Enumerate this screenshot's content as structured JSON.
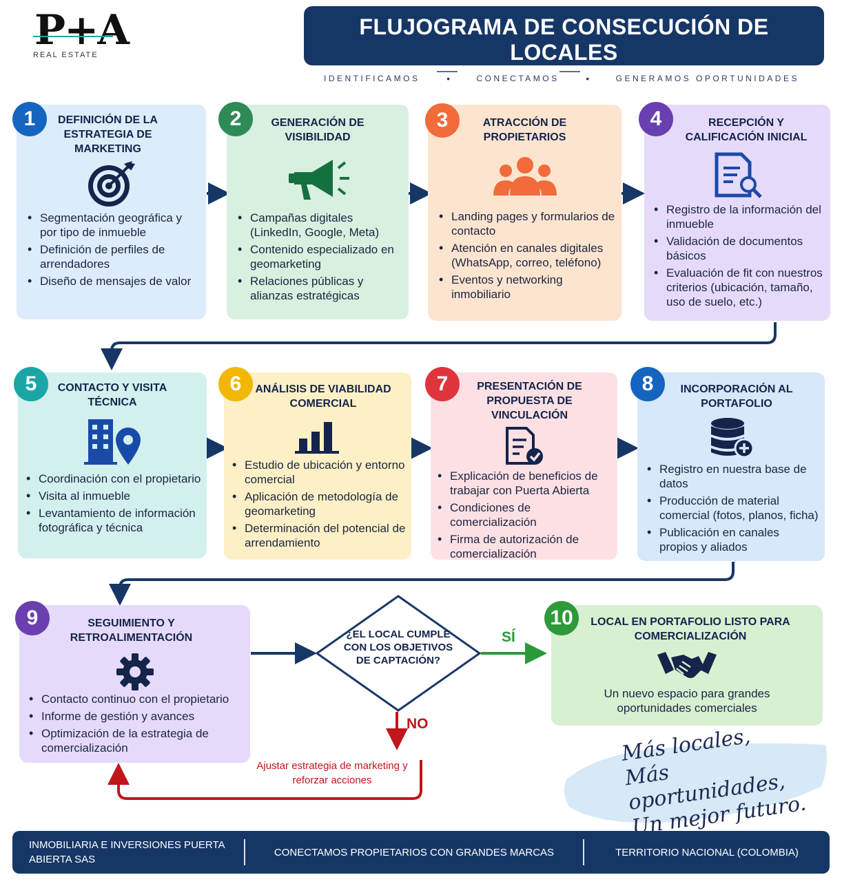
{
  "logo": {
    "mark": "P+A",
    "subtitle": "REAL ESTATE"
  },
  "header": {
    "title": "FLUJOGRAMA DE CONSECUCIÓN DE LOCALES",
    "subtitle_parts": [
      "ESTRATEGIA ",
      "DE",
      " MARKETING ",
      "PARA UN PORTAFOLIO",
      " COMERCIAL ",
      "DE",
      " ALTO VALOR"
    ]
  },
  "tagline": [
    "IDENTIFICAMOS",
    "CONECTAMOS",
    "GENERAMOS OPORTUNIDADES"
  ],
  "tagline_sep": "•",
  "steps": [
    {
      "num": "1",
      "title": "DEFINICIÓN DE LA ESTRATEGIA DE MARKETING",
      "icon": "target-icon",
      "items": [
        "Segmentación geográfica y por tipo de inmueble",
        "Definición de perfiles de arrendadores",
        "Diseño de mensajes de valor"
      ]
    },
    {
      "num": "2",
      "title": "GENERACIÓN DE VISIBILIDAD",
      "icon": "megaphone-icon",
      "items": [
        "Campañas digitales (LinkedIn, Google, Meta)",
        "Contenido especializado en geomarketing",
        "Relaciones públicas y alianzas estratégicas"
      ]
    },
    {
      "num": "3",
      "title": "ATRACCIÓN DE PROPIETARIOS",
      "icon": "people-group-icon",
      "items": [
        "Landing pages y formularios de contacto",
        "Atención en canales digitales (WhatsApp, correo, teléfono)",
        "Eventos y networking inmobiliario"
      ]
    },
    {
      "num": "4",
      "title": "RECEPCIÓN Y CALIFICACIÓN INICIAL",
      "icon": "document-search-icon",
      "items": [
        "Registro de la información del inmueble",
        "Validación de documentos básicos",
        "Evaluación de fit con nuestros criterios (ubicación, tamaño, uso de suelo, etc.)"
      ]
    },
    {
      "num": "5",
      "title": "CONTACTO Y VISITA TÉCNICA",
      "icon": "building-location-icon",
      "items": [
        "Coordinación con el propietario",
        "Visita al inmueble",
        "Levantamiento de información fotográfica y técnica"
      ]
    },
    {
      "num": "6",
      "title": "ANÁLISIS DE VIABILIDAD COMERCIAL",
      "icon": "bar-chart-icon",
      "items": [
        "Estudio de ubicación y entorno comercial",
        "Aplicación de metodología de geomarketing",
        "Determinación del potencial de arrendamiento"
      ]
    },
    {
      "num": "7",
      "title": "PRESENTACIÓN DE PROPUESTA DE VINCULACIÓN",
      "icon": "document-check-icon",
      "items": [
        "Explicación de beneficios de trabajar con Puerta Abierta",
        "Condiciones de comercialización",
        "Firma de autorización de comercialización"
      ]
    },
    {
      "num": "8",
      "title": "INCORPORACIÓN AL PORTAFOLIO",
      "icon": "database-add-icon",
      "items": [
        "Registro en nuestra base de datos",
        "Producción de material comercial (fotos, planos, ficha)",
        "Publicación en canales propios y aliados"
      ]
    },
    {
      "num": "9",
      "title": "SEGUIMIENTO Y RETROALIMENTACIÓN",
      "icon": "gear-icon",
      "items": [
        "Contacto continuo con el propietario",
        "Informe de gestión y avances",
        "Optimización de la estrategia de comercialización"
      ]
    }
  ],
  "decision": {
    "question": "¿EL LOCAL CUMPLE CON LOS OBJETIVOS DE CAPTACIÓN?",
    "yes": "SÍ",
    "no": "NO",
    "no_action": "Ajustar estrategia de marketing y reforzar acciones"
  },
  "final": {
    "num": "10",
    "title": "LOCAL EN PORTAFOLIO LISTO PARA COMERCIALIZACIÓN",
    "icon": "handshake-icon",
    "description": "Un nuevo espacio para grandes oportunidades comerciales"
  },
  "slogan": [
    "Más locales,",
    "Más oportunidades,",
    "Un mejor futuro."
  ],
  "footer": {
    "company": "INMOBILIARIA E INVERSIONES PUERTA ABIERTA SAS",
    "mission": "CONECTAMOS PROPIETARIOS CON GRANDES MARCAS",
    "coverage": "TERRITORIO NACIONAL (COLOMBIA)"
  },
  "colors": {
    "navy": "#163766",
    "step_badges": [
      "#1565c0",
      "#2e8b57",
      "#f26b3a",
      "#6a3fb0",
      "#1aa6a6",
      "#f2b705",
      "#e0343c",
      "#1565c0",
      "#6a3fb0",
      "#2e9a3a"
    ],
    "yes_arrow": "#2a9a3a",
    "no_arrow": "#c0161c"
  }
}
